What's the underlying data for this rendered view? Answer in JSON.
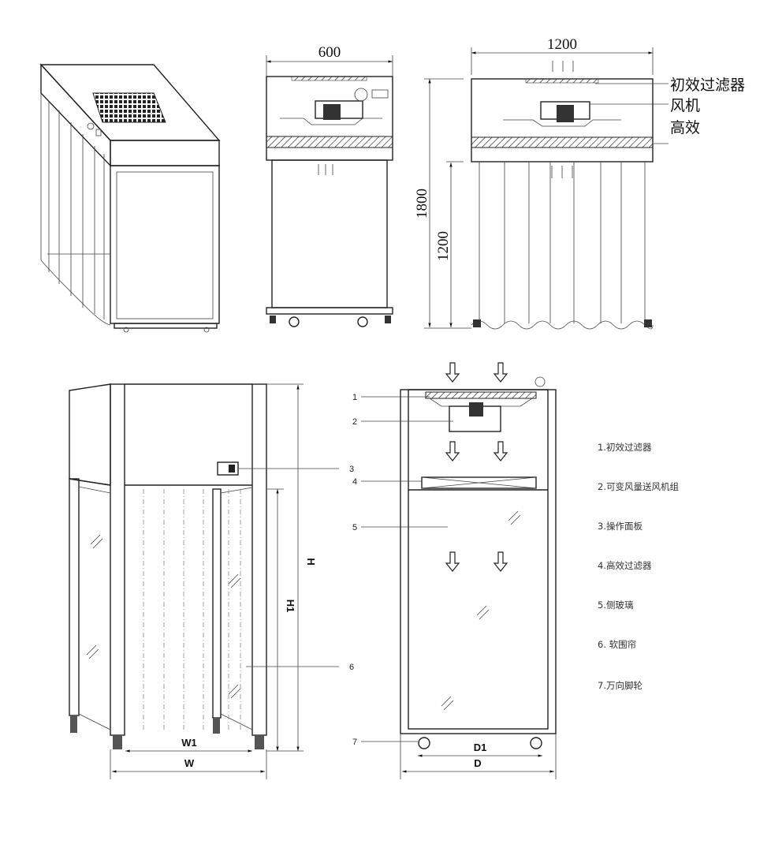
{
  "top_views": {
    "front_width": "600",
    "side_width": "1200",
    "total_height": "1800",
    "opening_height": "1200",
    "labels": [
      "初效过滤器",
      "风机",
      "高效"
    ]
  },
  "bottom_views": {
    "front_dims": {
      "w1": "W1",
      "w": "W",
      "h": "H",
      "h1": "H1"
    },
    "side_dims": {
      "d1": "D1",
      "d": "D"
    },
    "callout_numbers": [
      "1",
      "2",
      "3",
      "4",
      "5",
      "6",
      "7"
    ]
  },
  "legend": [
    "1.初效过滤器",
    "2.可变风量送风机组",
    "3.操作面板",
    "4.高效过滤器",
    "5.侧玻璃",
    "6. 软围帘",
    "7.万向脚轮"
  ]
}
